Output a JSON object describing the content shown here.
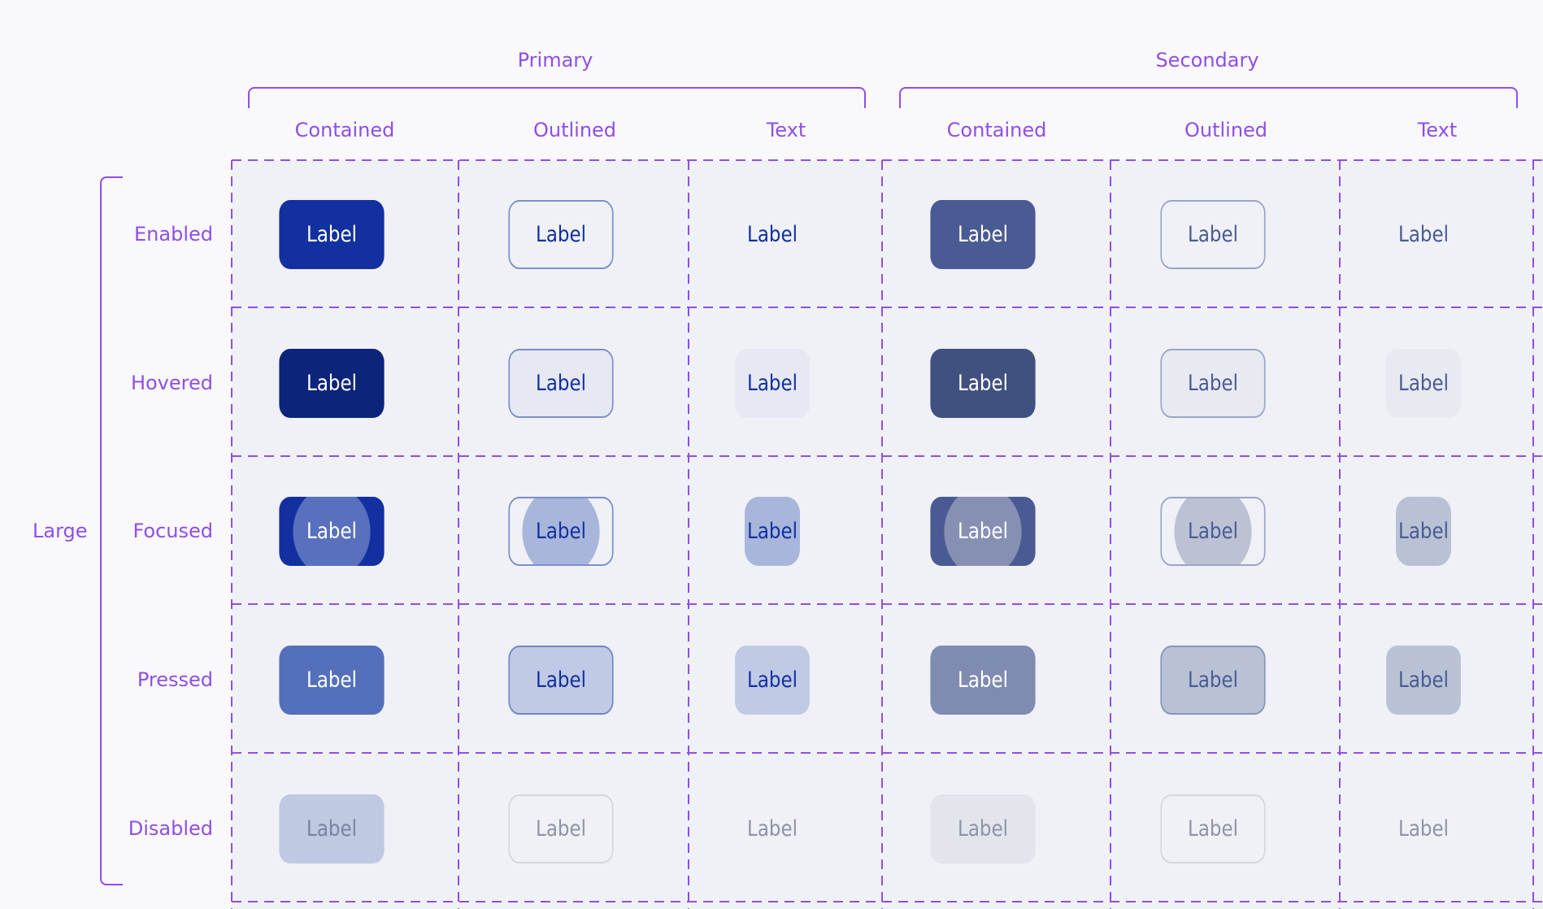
{
  "groups": [
    {
      "label": "Primary"
    },
    {
      "label": "Secondary"
    }
  ],
  "columns": [
    "Contained",
    "Outlined",
    "Text",
    "Contained",
    "Outlined",
    "Text"
  ],
  "size_label": "Large",
  "states": [
    "Enabled",
    "Hovered",
    "Focused",
    "Pressed",
    "Disabled"
  ],
  "button_label": "Label",
  "colors": {
    "annotation": "#8f4fe6",
    "primary": "#1330a0",
    "primary_hover": "#0c247a",
    "secondary": "#4a5b93",
    "secondary_hover": "#40507f",
    "disabled_text": "#8e93a6"
  },
  "buttons": [
    [
      {
        "bg": "#1330a0",
        "border": "none",
        "color": "#ffffff"
      },
      {
        "bg": "transparent",
        "border": "#7b8fcc",
        "color": "#1330a0"
      },
      {
        "bg": "transparent",
        "border": "none",
        "color": "#1330a0"
      },
      {
        "bg": "#4a5b93",
        "border": "none",
        "color": "#ffffff"
      },
      {
        "bg": "transparent",
        "border": "#9ba5c8",
        "color": "#4a5b93"
      },
      {
        "bg": "transparent",
        "border": "none",
        "color": "#4a5b93"
      }
    ],
    [
      {
        "bg": "#0c247a",
        "border": "none",
        "color": "#ffffff"
      },
      {
        "bg": "#e6e9f3",
        "border": "#7b8fcc",
        "color": "#1330a0"
      },
      {
        "bg": "#e6e9f3",
        "border": "none",
        "color": "#1330a0"
      },
      {
        "bg": "#40507f",
        "border": "none",
        "color": "#ffffff"
      },
      {
        "bg": "#e8eaf1",
        "border": "#9ba5c8",
        "color": "#4a5b93"
      },
      {
        "bg": "#e8eaf1",
        "border": "none",
        "color": "#4a5b93"
      }
    ],
    [
      {
        "bg": "#1330a0",
        "border": "none",
        "color": "#ffffff",
        "ripple": "#5870bd"
      },
      {
        "bg": "transparent",
        "border": "#7b8fcc",
        "color": "#1330a0",
        "ripple": "#a7b6da"
      },
      {
        "bg": "transparent",
        "border": "none",
        "color": "#1330a0",
        "ripple": "#a7b6da"
      },
      {
        "bg": "#4a5b93",
        "border": "none",
        "color": "#ffffff",
        "ripple": "#8690b3"
      },
      {
        "bg": "transparent",
        "border": "#9ba5c8",
        "color": "#4a5b93",
        "ripple": "#bcc2d4"
      },
      {
        "bg": "transparent",
        "border": "none",
        "color": "#4a5b93",
        "ripple": "#b9c1d5"
      }
    ],
    [
      {
        "bg": "#5470bb",
        "border": "none",
        "color": "#ffffff"
      },
      {
        "bg": "#c0cae5",
        "border": "#6f86c8",
        "color": "#1330a0"
      },
      {
        "bg": "#c0cae5",
        "border": "none",
        "color": "#1330a0"
      },
      {
        "bg": "#7f8bb1",
        "border": "none",
        "color": "#ffffff"
      },
      {
        "bg": "#b9c2d5",
        "border": "#8694bc",
        "color": "#4a5b93"
      },
      {
        "bg": "#b9c2d5",
        "border": "none",
        "color": "#4a5b93"
      }
    ],
    [
      {
        "bg": "#bfc9e2",
        "border": "none",
        "color": "#7b82a0"
      },
      {
        "bg": "transparent",
        "border": "#d3d7e0",
        "color": "#8e93a6"
      },
      {
        "bg": "transparent",
        "border": "none",
        "color": "#8e93a6"
      },
      {
        "bg": "#e2e5ec",
        "border": "none",
        "color": "#8e93a6"
      },
      {
        "bg": "transparent",
        "border": "#d3d7e0",
        "color": "#8e93a6"
      },
      {
        "bg": "transparent",
        "border": "none",
        "color": "#8e93a6"
      }
    ]
  ]
}
